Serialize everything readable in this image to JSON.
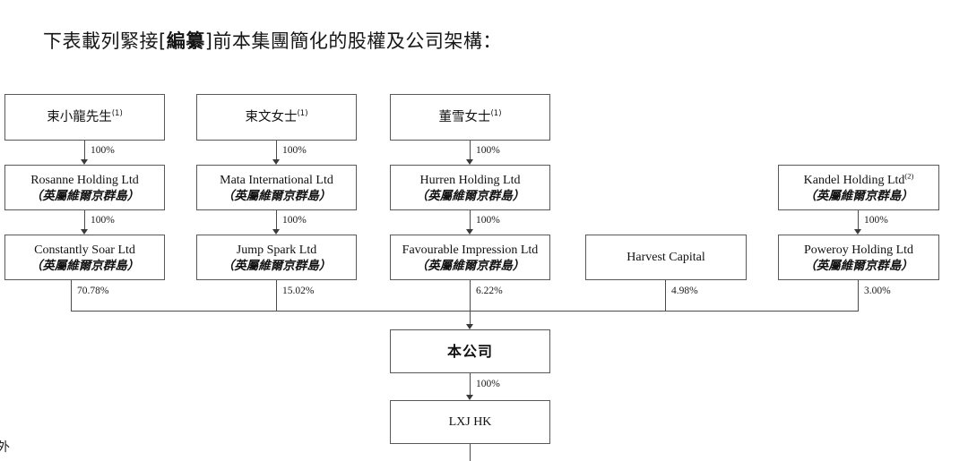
{
  "heading": {
    "prefix": "下表載列緊接[",
    "bracket_bold": "編纂",
    "suffix": "]前本集團簡化的股權及公司架構："
  },
  "chart_data": {
    "type": "diagram",
    "title": "簡化的股權及公司架構",
    "nodes": [
      {
        "id": "n1",
        "line1": "束小龍先生",
        "sup": "(1)",
        "line2": "",
        "script": "cjk",
        "row": 1,
        "col": 1
      },
      {
        "id": "n2",
        "line1": "束文女士",
        "sup": "(1)",
        "line2": "",
        "script": "cjk",
        "row": 1,
        "col": 2
      },
      {
        "id": "n3",
        "line1": "董雪女士",
        "sup": "(1)",
        "line2": "",
        "script": "cjk",
        "row": 1,
        "col": 3
      },
      {
        "id": "n4",
        "line1": "Rosanne Holding Ltd",
        "sup": "",
        "line2": "（英屬維爾京群島）",
        "script": "latin",
        "row": 2,
        "col": 1
      },
      {
        "id": "n5",
        "line1": "Mata International Ltd",
        "sup": "",
        "line2": "（英屬維爾京群島）",
        "script": "latin",
        "row": 2,
        "col": 2
      },
      {
        "id": "n6",
        "line1": "Hurren Holding Ltd",
        "sup": "",
        "line2": "（英屬維爾京群島）",
        "script": "latin",
        "row": 2,
        "col": 3
      },
      {
        "id": "n7",
        "line1": "Kandel Holding Ltd",
        "sup": "(2)",
        "line2": "（英屬維爾京群島）",
        "script": "latin",
        "row": 2,
        "col": 5
      },
      {
        "id": "n8",
        "line1": "Constantly Soar Ltd",
        "sup": "",
        "line2": "（英屬維爾京群島）",
        "script": "latin",
        "row": 3,
        "col": 1
      },
      {
        "id": "n9",
        "line1": "Jump Spark Ltd",
        "sup": "",
        "line2": "（英屬維爾京群島）",
        "script": "latin",
        "row": 3,
        "col": 2
      },
      {
        "id": "n10",
        "line1": "Favourable Impression Ltd",
        "sup": "",
        "line2": "（英屬維爾京群島）",
        "script": "latin",
        "row": 3,
        "col": 3
      },
      {
        "id": "n11",
        "line1": "Harvest Capital",
        "sup": "",
        "line2": "",
        "script": "latin",
        "row": 3,
        "col": 4
      },
      {
        "id": "n12",
        "line1": "Poweroy Holding Ltd",
        "sup": "",
        "line2": "（英屬維爾京群島）",
        "script": "latin",
        "row": 3,
        "col": 5
      },
      {
        "id": "n13",
        "line1": "本公司",
        "sup": "",
        "line2": "",
        "script": "company",
        "row": 4,
        "col": 3
      },
      {
        "id": "n14",
        "line1": "LXJ HK",
        "sup": "",
        "line2": "",
        "script": "latin",
        "row": 5,
        "col": 3
      }
    ],
    "edges": [
      {
        "from": "n1",
        "to": "n4",
        "label": "100%"
      },
      {
        "from": "n2",
        "to": "n5",
        "label": "100%"
      },
      {
        "from": "n3",
        "to": "n6",
        "label": "100%"
      },
      {
        "from": "n4",
        "to": "n8",
        "label": "100%"
      },
      {
        "from": "n5",
        "to": "n9",
        "label": "100%"
      },
      {
        "from": "n6",
        "to": "n10",
        "label": "100%"
      },
      {
        "from": "n7",
        "to": "n12",
        "label": "100%"
      },
      {
        "from": "n8",
        "to": "n13",
        "label": "70.78%"
      },
      {
        "from": "n9",
        "to": "n13",
        "label": "15.02%"
      },
      {
        "from": "n10",
        "to": "n13",
        "label": "6.22%"
      },
      {
        "from": "n11",
        "to": "n13",
        "label": "4.98%"
      },
      {
        "from": "n12",
        "to": "n13",
        "label": "3.00%"
      },
      {
        "from": "n13",
        "to": "n14",
        "label": "100%"
      }
    ]
  },
  "labels": {
    "p100_a": "100%",
    "p100_b": "100%",
    "p100_c": "100%",
    "p100_d": "100%",
    "p100_e": "100%",
    "p100_f": "100%",
    "p100_g": "100%",
    "p100_company": "100%",
    "p7078": "70.78%",
    "p1502": "15.02%",
    "p622": "6.22%",
    "p498": "4.98%",
    "p300": "3.00%"
  },
  "edge_fragment": "外",
  "colors": {
    "background": "#ffffff",
    "box_border": "#58585a",
    "connector": "#4a4a4c",
    "text": "#111111"
  }
}
